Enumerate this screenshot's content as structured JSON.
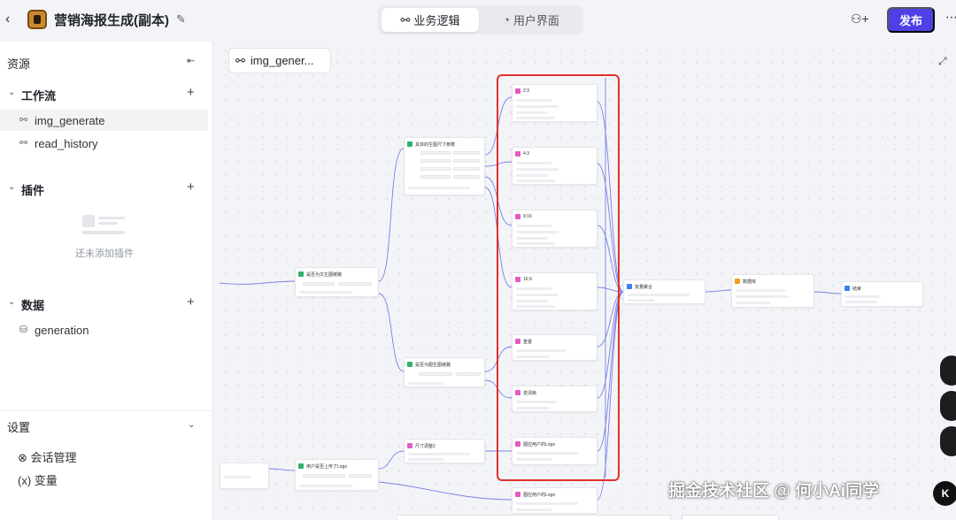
{
  "header": {
    "back_icon": "chevron-left-icon",
    "app_title": "营销海报生成(副本)",
    "edit_icon": "pencil-icon",
    "tabs": [
      {
        "label": "业务逻辑",
        "icon": "workflow-icon",
        "active": true
      },
      {
        "label": "用户界面",
        "icon": "palette-icon",
        "active": false
      }
    ],
    "publish_label": "发布",
    "accent": "#4e40e5"
  },
  "sidebar": {
    "title": "资源",
    "sections": {
      "workflow": {
        "label": "工作流",
        "items": [
          {
            "label": "img_generate",
            "active": true
          },
          {
            "label": "read_history",
            "active": false
          }
        ]
      },
      "plugins": {
        "label": "插件",
        "empty_text": "还未添加插件"
      },
      "data": {
        "label": "数据",
        "items": [
          {
            "label": "generation"
          }
        ]
      }
    },
    "settings": {
      "label": "设置",
      "items": [
        {
          "label": "会话管理",
          "icon_text": "⊗"
        },
        {
          "label": "变量",
          "icon_text": "(x)"
        }
      ]
    }
  },
  "canvas": {
    "active_tab": "img_gener...",
    "highlight_color": "#e0312c",
    "nodes": {
      "n1": "是否为文生图链路",
      "n2": "具体的生图尺寸参数",
      "n3": "2:3",
      "n4": "4:3",
      "n5": "9:16",
      "n6": "16:9",
      "n7": "重置",
      "n8": "变清晰",
      "n9": "变量聚合",
      "n10": "数据库",
      "n11": "结束",
      "n12": "是否为图生图链路",
      "n13": "尺寸调整2",
      "n14": "图应用户的Logo",
      "n15": "用户是否上传了Logo",
      "n16": "图应用户的Logo"
    }
  },
  "watermark": {
    "text": "掘金技术社区 @ 何小Ai同学",
    "logo_text": "K"
  }
}
